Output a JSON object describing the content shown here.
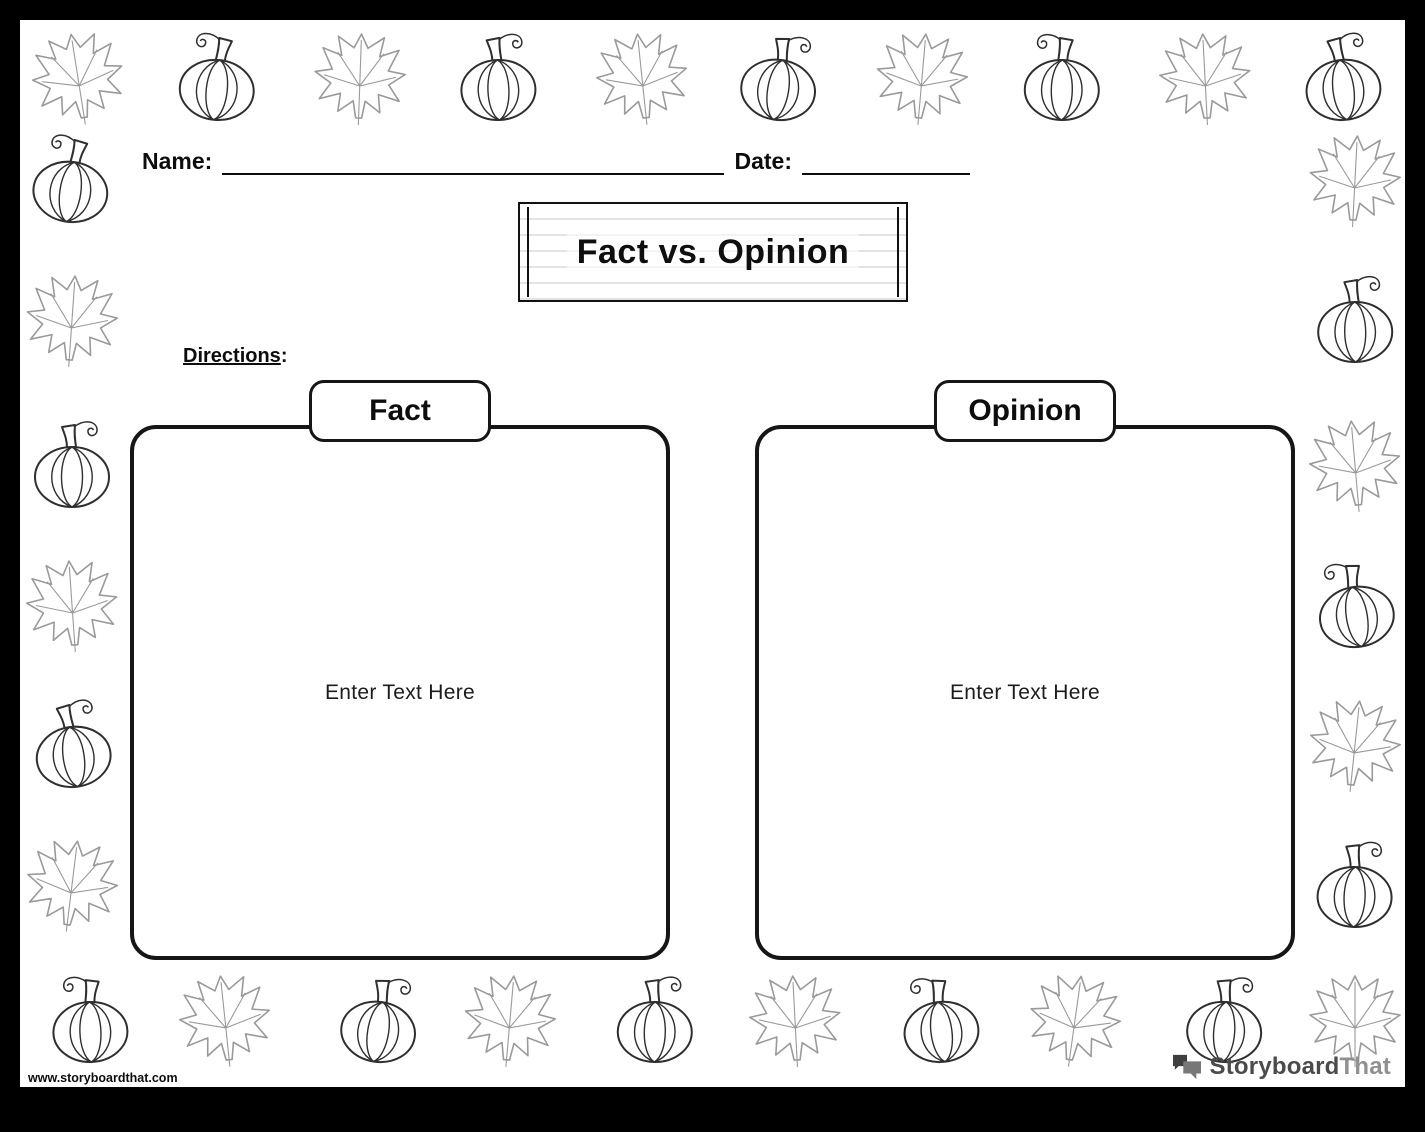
{
  "header": {
    "name_label": "Name:",
    "date_label": "Date:"
  },
  "sign": {
    "title": "Fact vs. Opinion"
  },
  "directions": {
    "label": "Directions",
    "suffix": ":"
  },
  "columns": [
    {
      "label": "Fact",
      "placeholder": "Enter Text Here"
    },
    {
      "label": "Opinion",
      "placeholder": "Enter Text Here"
    }
  ],
  "footer": {
    "website": "www.storyboardthat.com",
    "brand_primary": "Storyboard",
    "brand_secondary": "That"
  },
  "decor": {
    "icons": [
      "maple-leaf-icon",
      "pumpkin-icon"
    ],
    "pattern": "alternating maple leaves and pumpkins around page border"
  },
  "colors": {
    "frame": "#000000",
    "box_border": "#161616",
    "leaf_stroke": "#9a9a9a",
    "pumpkin_stroke": "#2f2f2f"
  }
}
